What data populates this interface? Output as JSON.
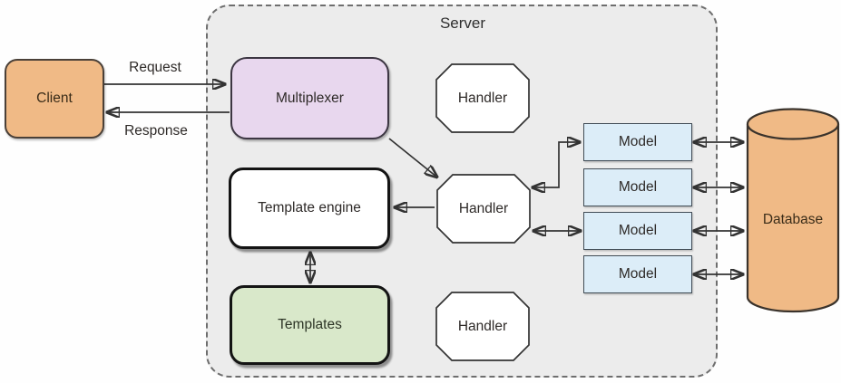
{
  "diagram": {
    "server": {
      "title": "Server"
    },
    "nodes": {
      "client": {
        "label": "Client"
      },
      "multiplexer": {
        "label": "Multiplexer"
      },
      "handlers": [
        {
          "label": "Handler"
        },
        {
          "label": "Handler"
        },
        {
          "label": "Handler"
        }
      ],
      "template_engine": {
        "label": "Template engine"
      },
      "templates": {
        "label": "Templates"
      },
      "models": [
        {
          "label": "Model"
        },
        {
          "label": "Model"
        },
        {
          "label": "Model"
        },
        {
          "label": "Model"
        }
      ],
      "database": {
        "label": "Database"
      }
    },
    "edges": {
      "request_label": "Request",
      "response_label": "Response"
    },
    "colors": {
      "node_peach": "#f0ba86",
      "node_lavender": "#e8d7ee",
      "node_green": "#d9e8ca",
      "node_blue": "#dcedf8",
      "server_background": "#ececec",
      "dashed_border": "#6e6e6e",
      "arrow_stroke": "#333333",
      "thick_border": "#141414"
    }
  }
}
